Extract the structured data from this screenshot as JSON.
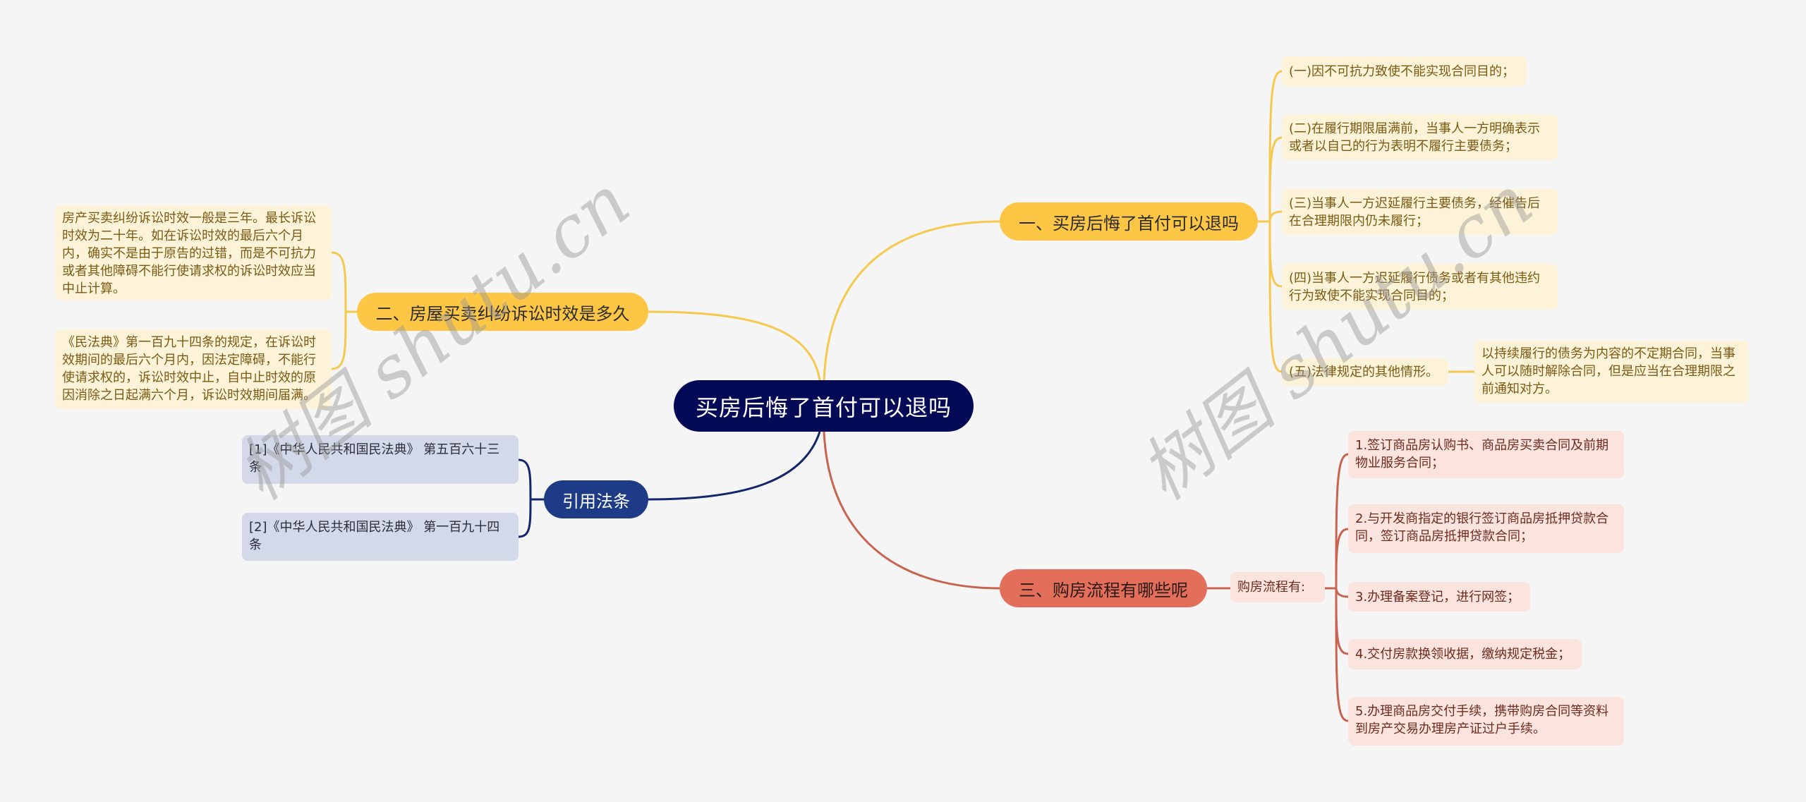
{
  "root": {
    "label": "买房后悔了首付可以退吗"
  },
  "branches": {
    "one": {
      "label": "一、买房后悔了首付可以退吗",
      "items": [
        "(一)因不可抗力致使不能实现合同目的；",
        "(二)在履行期限届满前，当事人一方明确表示或者以自己的行为表明不履行主要债务；",
        "(三)当事人一方迟延履行主要债务，经催告后在合理期限内仍未履行；",
        "(四)当事人一方迟延履行债务或者有其他违约行为致使不能实现合同目的；",
        "(五)法律规定的其他情形。"
      ],
      "item5_child": "以持续履行的债务为内容的不定期合同，当事人可以随时解除合同，但是应当在合理期限之前通知对方。"
    },
    "two": {
      "label": "二、房屋买卖纠纷诉讼时效是多久",
      "items": [
        "房产买卖纠纷诉讼时效一般是三年。最长诉讼时效为二十年。如在诉讼时效的最后六个月内，确实不是由于原告的过错，而是不可抗力或者其他障碍不能行使请求权的诉讼时效应当中止计算。",
        "《民法典》第一百九十四条的规定，在诉讼时效期间的最后六个月内，因法定障碍，不能行使请求权的，诉讼时效中止，自中止时效的原因消除之日起满六个月，诉讼时效期间届满。"
      ]
    },
    "three": {
      "label": "三、购房流程有哪些呢",
      "intro": "购房流程有:",
      "steps": [
        "1.签订商品房认购书、商品房买卖合同及前期物业服务合同；",
        "2.与开发商指定的银行签订商品房抵押贷款合同，签订商品房抵押贷款合同；",
        "3.办理备案登记，进行网签；",
        "4.交付房款换领收据，缴纳规定税金；",
        "5.办理商品房交付手续，携带购房合同等资料到房产交易办理房产证过户手续。"
      ]
    },
    "refs": {
      "label": "引用法条",
      "items": [
        "[1]《中华人民共和国民法典》 第五百六十三条",
        "[2]《中华人民共和国民法典》 第一百九十四条"
      ]
    }
  },
  "watermarks": [
    "树图 shutu.cn",
    "树图 shutu.cn"
  ],
  "colors": {
    "background": "#f5f5f5",
    "root": "#050a57",
    "yellow_branch": "#fdc645",
    "yellow_line": "#f5c84e",
    "red_branch": "#e36f5a",
    "red_line": "#c8634f",
    "blue_branch": "#1d3b87",
    "blue_line": "#13266b"
  }
}
